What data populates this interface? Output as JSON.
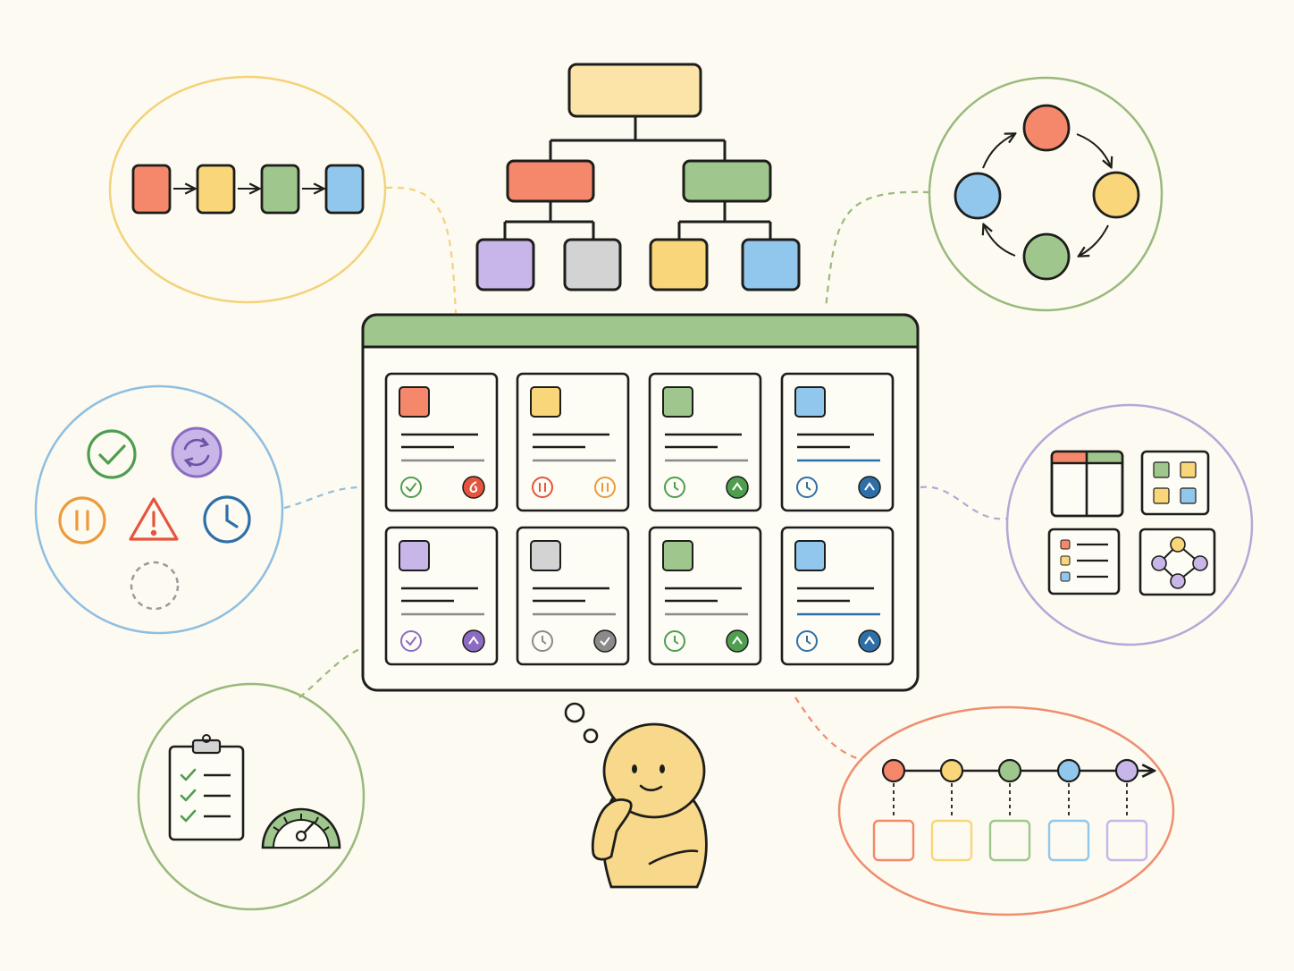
{
  "palette": {
    "background": "#fcfaf1",
    "ink": "#1d1d1b",
    "red": "#f5886b",
    "yellow": "#fad67a",
    "green": "#9fc78d",
    "blue": "#91c7ec",
    "purple": "#c8b6e8",
    "gray": "#d3d3d3",
    "peach": "#fce3a8",
    "figure": "#f8d98b",
    "ring_yellow": "#f3d27a",
    "ring_green": "#9ab97c",
    "ring_blue": "#8fbee0",
    "ring_purple": "#b8a6d8",
    "ring_red": "#ee8e6f",
    "status_green": "#4f9d4f",
    "status_orange": "#ec9a3a",
    "status_blue": "#2f6fa8",
    "status_purple": "#8b6cc2",
    "status_red": "#e5543e",
    "status_gray": "#8a8a8a"
  },
  "hierarchy": {
    "root_color": "peach",
    "level1": [
      "red",
      "green"
    ],
    "level2": [
      "purple",
      "gray",
      "yellow",
      "blue"
    ]
  },
  "board": {
    "header_color": "green",
    "cards": [
      {
        "swatch": "red",
        "rule": "gray",
        "left_icon": "check-circle-icon",
        "left_color": "status_green",
        "right_icon": "flame-badge-icon",
        "right_color": "status_red"
      },
      {
        "swatch": "yellow",
        "rule": "gray",
        "left_icon": "pause-circle-icon",
        "left_color": "status_red",
        "right_icon": "pause-circle-icon",
        "right_color": "status_orange"
      },
      {
        "swatch": "green",
        "rule": "gray",
        "left_icon": "clock-circle-icon",
        "left_color": "status_green",
        "right_icon": "priority-up-badge-icon",
        "right_color": "status_green"
      },
      {
        "swatch": "blue",
        "rule": "blue",
        "left_icon": "clock-circle-icon",
        "left_color": "status_blue",
        "right_icon": "priority-up-badge-icon",
        "right_color": "status_blue"
      },
      {
        "swatch": "purple",
        "rule": "gray",
        "left_icon": "check-circle-icon",
        "left_color": "status_purple",
        "right_icon": "priority-up-badge-icon",
        "right_color": "status_purple"
      },
      {
        "swatch": "gray",
        "rule": "gray",
        "left_icon": "clock-circle-icon",
        "left_color": "status_gray",
        "right_icon": "check-badge-icon",
        "right_color": "status_gray"
      },
      {
        "swatch": "green",
        "rule": "gray",
        "left_icon": "clock-circle-icon",
        "left_color": "status_green",
        "right_icon": "priority-up-badge-icon",
        "right_color": "status_green"
      },
      {
        "swatch": "blue",
        "rule": "blue",
        "left_icon": "clock-circle-icon",
        "left_color": "status_blue",
        "right_icon": "priority-up-badge-icon",
        "right_color": "status_blue"
      }
    ]
  },
  "bubbles": {
    "sequential_flow": {
      "ring": "ring_yellow",
      "steps": [
        "red",
        "yellow",
        "green",
        "blue"
      ]
    },
    "cycle": {
      "ring": "ring_green",
      "nodes": [
        "red",
        "yellow",
        "green",
        "blue"
      ]
    },
    "statuses": {
      "ring": "ring_blue",
      "icons": [
        "check-circle-icon",
        "sync-circle-icon",
        "pause-circle-icon",
        "warning-triangle-icon",
        "clock-icon",
        "dashed-circle-icon"
      ]
    },
    "views": {
      "ring": "ring_purple",
      "icons": [
        "table-view-icon",
        "grid-view-icon",
        "list-view-icon",
        "graph-view-icon"
      ]
    },
    "checklist": {
      "ring": "ring_green",
      "icons": [
        "clipboard-checklist-icon",
        "speedometer-icon"
      ]
    },
    "timeline": {
      "ring": "ring_red",
      "milestones": [
        "red",
        "yellow",
        "green",
        "blue",
        "purple"
      ]
    }
  },
  "figure": {
    "icon": "thinking-person-icon",
    "thought": "thought-bubble-icon"
  }
}
